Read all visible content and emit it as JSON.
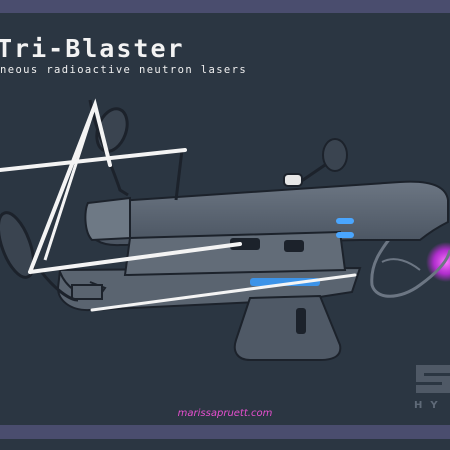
{
  "header": {
    "title": "Tri-Blaster",
    "subtitle": "neous radioactive neutron lasers"
  },
  "footer": {
    "signature": "marissapruett.com",
    "brand_text": "HY"
  },
  "colors": {
    "background": "#2b3642",
    "band": "#4a4d6e",
    "gun_body": "#58626f",
    "gun_outline": "#1c222b",
    "laser": "#f4f4f4",
    "accent_blue": "#4aa6ff",
    "accent_magenta": "#e03dff",
    "signature": "#e64fcf"
  },
  "icons": [
    "tri-blaster-gun-illustration",
    "brand-logo-mark"
  ]
}
